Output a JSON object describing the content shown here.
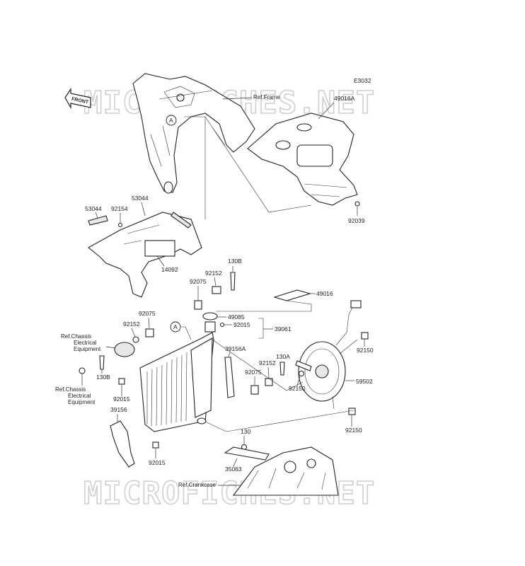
{
  "diagram_code": "E3032",
  "front_label": "FRONT",
  "watermark": "MICROFICHES.NET",
  "refs": {
    "frame": "Ref.Frame",
    "chassis_top": [
      "Ref.Chassis",
      "Electrical",
      "Equipment"
    ],
    "chassis_bottom": [
      "Ref.Chassis",
      "Electrical",
      "Equipment"
    ],
    "crankcase": "Ref.Crankcase"
  },
  "callout_A": "A",
  "parts": {
    "p49016A": "49016A",
    "p92039": "92039",
    "p53044_l": "53044",
    "p53044_r": "53044",
    "p92154": "92154",
    "p14092": "14092",
    "p130B_top": "130B",
    "p92152_top": "92152",
    "p92075_top": "92075",
    "p49016": "49016",
    "p49085": "49085",
    "p92015_cap": "92015",
    "p39061": "39061",
    "p92075_left": "92075",
    "p92152_left": "92152",
    "p39156A": "39156A",
    "p130A": "130A",
    "p92150_top": "92150",
    "p92075_mid": "92075",
    "p92152_mid": "92152",
    "p59502": "59502",
    "p130B_left": "130B",
    "p92015_left": "92015",
    "p39156": "39156",
    "p92150_mid": "92150",
    "p92150_bot": "92150",
    "p130": "130",
    "p35063": "35063",
    "p92015_bot": "92015"
  }
}
